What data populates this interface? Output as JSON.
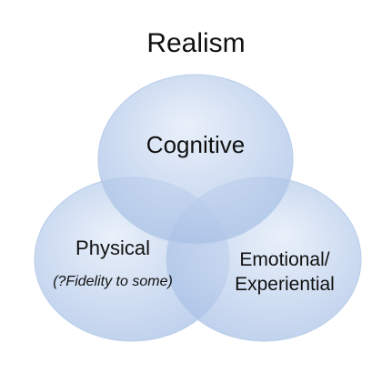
{
  "title": "Realism",
  "circles": [
    {
      "id": "cognitive",
      "label": "Cognitive"
    },
    {
      "id": "physical",
      "label": "Physical",
      "note": "(?Fidelity to some)"
    },
    {
      "id": "emotional",
      "label": "Emotional/ Experiential"
    }
  ],
  "colors": {
    "fill_light": "#dde8f7",
    "fill_dark": "#a9c1e6",
    "stroke": "#b8cdea",
    "text": "#111111"
  }
}
